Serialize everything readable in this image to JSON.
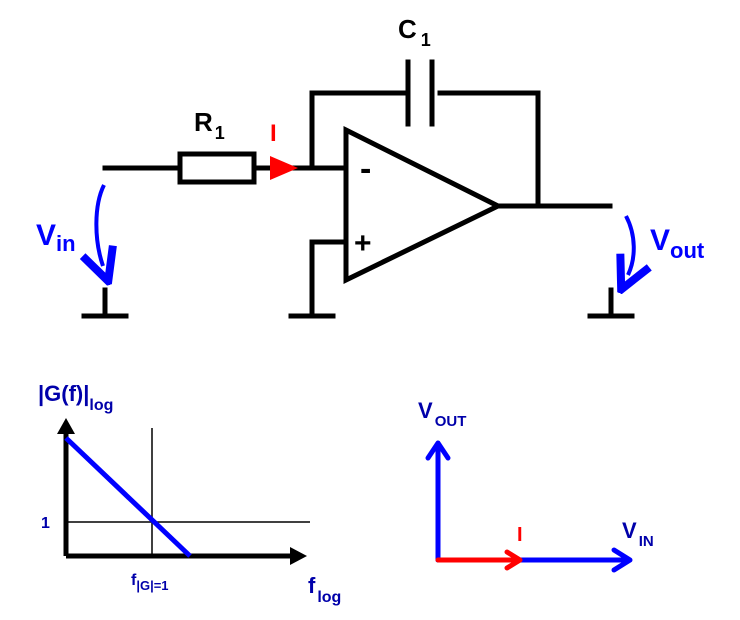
{
  "colors": {
    "wire": "#000000",
    "signal": "#0000ff",
    "current": "#ff0000",
    "axis_label": "#0000aa"
  },
  "circuit": {
    "capacitor": {
      "letter": "C",
      "sub": "1"
    },
    "resistor": {
      "letter": "R",
      "sub": "1"
    },
    "current": {
      "label": "I"
    },
    "opamp": {
      "minus": "-",
      "plus": "+"
    },
    "vin": {
      "letter": "V",
      "sub": "in"
    },
    "vout": {
      "letter": "V",
      "sub": "out"
    }
  },
  "bode": {
    "ylabel": {
      "main": "|G(f)|",
      "sub": "log"
    },
    "y_one_label": "1",
    "xmark": {
      "main": "f",
      "sub": "|G|=1"
    },
    "xlabel": {
      "main": "f",
      "sub": "log"
    }
  },
  "phasor": {
    "vout": {
      "main": "V",
      "sub": "OUT"
    },
    "vin": {
      "main": "V",
      "sub": "IN"
    },
    "current": "I"
  },
  "icons": [
    "resistor-icon",
    "capacitor-icon",
    "opamp-icon",
    "ground-icon",
    "arrow-icon"
  ]
}
